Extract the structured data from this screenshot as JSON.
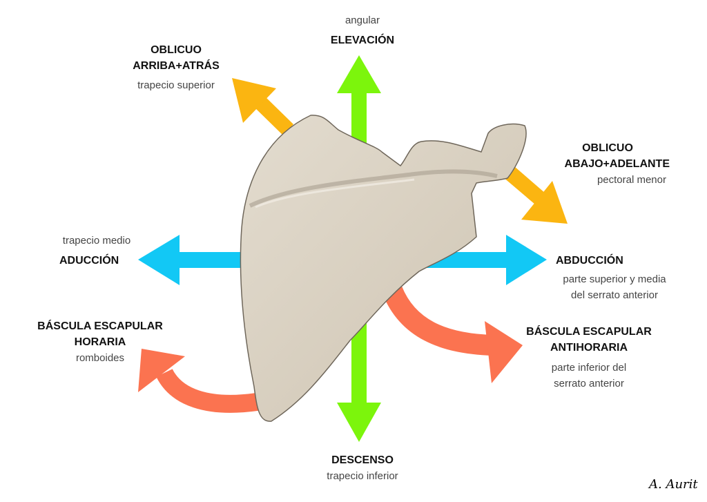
{
  "colors": {
    "vertical": "#7cf50c",
    "horizontal": "#12c8f5",
    "oblique": "#fbb511",
    "rotation": "#fb7350",
    "bone": "#dbd3c5"
  },
  "movements": {
    "elevation": {
      "sub_top": "angular",
      "title": "ELEVACIÓN"
    },
    "oblique_up": {
      "title1": "OBLICUO",
      "title2": "ARRIBA+ATRÁS",
      "muscle": "trapecio superior"
    },
    "oblique_down": {
      "title1": "OBLICUO",
      "title2": "ABAJO+ADELANTE",
      "muscle": "pectoral menor"
    },
    "adduction": {
      "muscle": "trapecio medio",
      "title": "ADUCCIÓN"
    },
    "abduction": {
      "title": "ABDUCCIÓN",
      "muscle1": "parte superior y media",
      "muscle2": "del serrato anterior"
    },
    "clockwise": {
      "title1": "BÁSCULA ESCAPULAR",
      "title2": "HORARIA",
      "muscle": "romboides"
    },
    "counterclockwise": {
      "title1": "BÁSCULA ESCAPULAR",
      "title2": "ANTIHORARIA",
      "muscle1": "parte inferior del",
      "muscle2": "serrato anterior"
    },
    "depression": {
      "title": "DESCENSO",
      "muscle": "trapecio inferior"
    }
  },
  "signature": "A. Aurit"
}
